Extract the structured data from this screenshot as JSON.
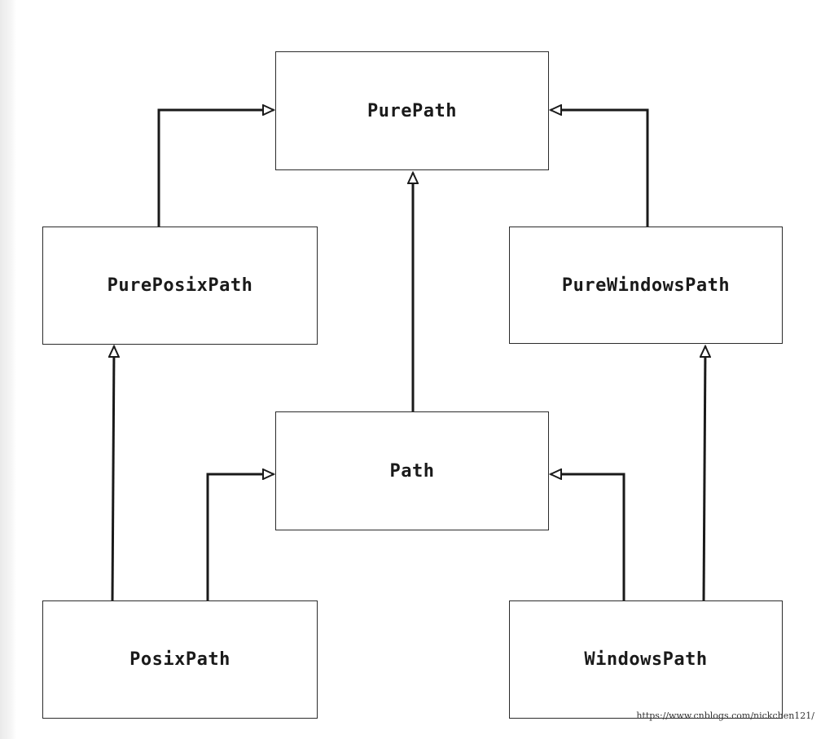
{
  "nodes": {
    "pure_path": "PurePath",
    "pure_posix_path": "PurePosixPath",
    "pure_windows_path": "PureWindowsPath",
    "path": "Path",
    "posix_path": "PosixPath",
    "windows_path": "WindowsPath"
  },
  "edges": [
    {
      "from": "PurePosixPath",
      "to": "PurePath",
      "type": "inheritance"
    },
    {
      "from": "PureWindowsPath",
      "to": "PurePath",
      "type": "inheritance"
    },
    {
      "from": "Path",
      "to": "PurePath",
      "type": "inheritance"
    },
    {
      "from": "PosixPath",
      "to": "PurePosixPath",
      "type": "inheritance"
    },
    {
      "from": "PosixPath",
      "to": "Path",
      "type": "inheritance"
    },
    {
      "from": "WindowsPath",
      "to": "Path",
      "type": "inheritance"
    },
    {
      "from": "WindowsPath",
      "to": "PureWindowsPath",
      "type": "inheritance"
    }
  ],
  "watermark": "https://www.cnblogs.com/nickchen121/"
}
